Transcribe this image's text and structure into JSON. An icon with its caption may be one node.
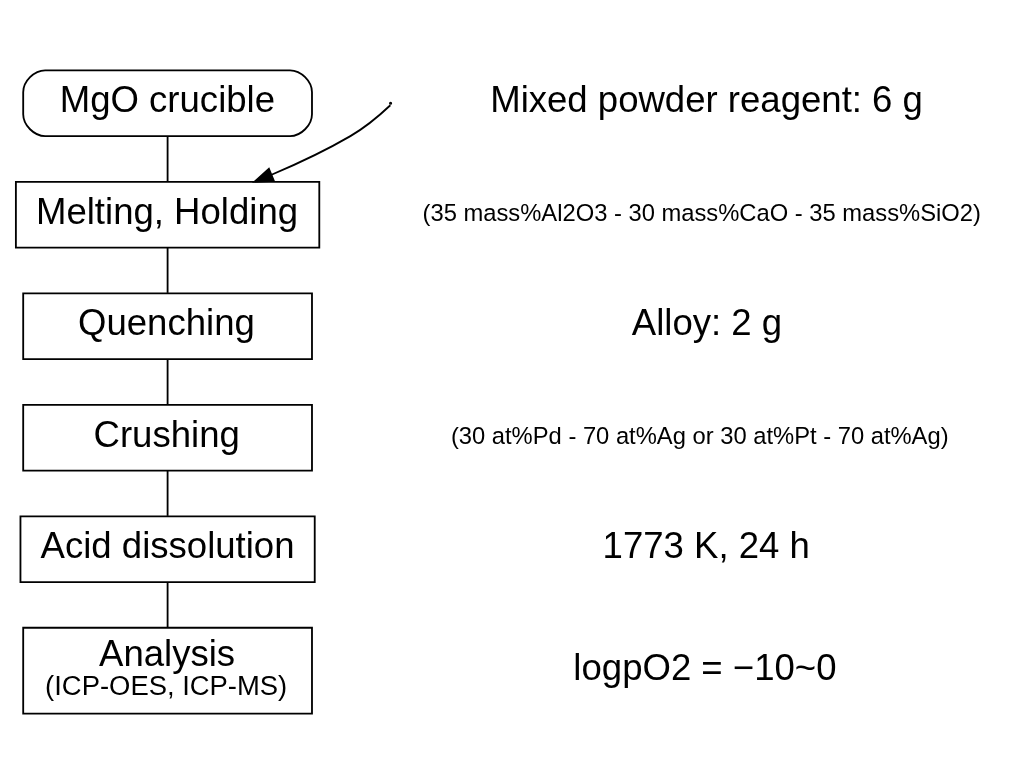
{
  "diagram": {
    "nodes": [
      {
        "text": [
          "MgO crucible"
        ]
      },
      {
        "text": [
          "Melting, Holding"
        ]
      },
      {
        "text": [
          "Quenching"
        ]
      },
      {
        "text": [
          "Crushing"
        ]
      },
      {
        "text": [
          "Acid dissolution"
        ]
      },
      {
        "text": [
          "Analysis",
          "(ICP-OES, ICP-MS)"
        ]
      }
    ],
    "edges": [
      {
        "from": 0,
        "to": 1,
        "arrow": "none"
      },
      {
        "from": null,
        "to": 1,
        "arrow": "to"
      },
      {
        "from": 1,
        "to": 2,
        "arrow": "none"
      },
      {
        "from": 2,
        "to": 3,
        "arrow": "none"
      },
      {
        "from": 3,
        "to": 4,
        "arrow": "none"
      },
      {
        "from": 4,
        "to": 5,
        "arrow": "none"
      }
    ],
    "labels": [
      "Mixed powder reagent: 6 g",
      "(35 mass%Al2O3 - 30 mass%CaO - 35 mass%SiO2)",
      "Alloy: 2 g",
      "(30 at%Pd - 70 at%Ag or 30 at%Pt - 70 at%Ag)",
      "1773 K, 24 h",
      "logpO2 = −10~0"
    ]
  }
}
